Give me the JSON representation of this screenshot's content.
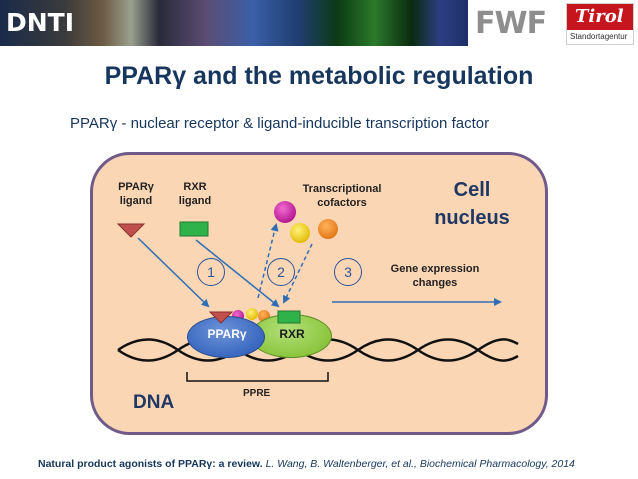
{
  "banner": {
    "left_logo": "DNTI",
    "fwf_logo": "FWF",
    "tirol_logo": "Tirol",
    "tirol_sub": "Standortagentur"
  },
  "title": "PPARγ and the metabolic regulation",
  "subtitle": "PPARγ - nuclear receptor & ligand-inducible transcription factor",
  "diagram": {
    "ppar_ligand_label_1": "PPARγ",
    "ppar_ligand_label_2": "ligand",
    "rxr_ligand_label_1": "RXR",
    "rxr_ligand_label_2": "ligand",
    "cofactors_label_1": "Transcriptional",
    "cofactors_label_2": "cofactors",
    "nucleus_label_1": "Cell",
    "nucleus_label_2": "nucleus",
    "step_1": "1",
    "step_2": "2",
    "step_3": "3",
    "gene_expr_label_1": "Gene expression",
    "gene_expr_label_2": "changes",
    "ppar_receptor": "PPARγ",
    "rxr_receptor": "RXR",
    "dna_label": "DNA",
    "ppre_label": "PPRE"
  },
  "citation": {
    "title": "Natural product agonists of PPARγ: a review.",
    "authors": "L. Wang, B. Waltenberger, et al., Biochemical Pharmacology, 2014"
  },
  "colors": {
    "title": "#17365d",
    "cell_fill": "#fbd6b5",
    "cell_border": "#6f5a89",
    "ppar_color": "#3a68c0",
    "rxr_color": "#8cc63f",
    "arrow_color": "#2f6db5"
  }
}
